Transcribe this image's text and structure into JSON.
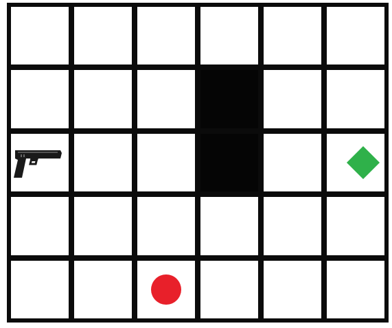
{
  "grid": {
    "rows": 5,
    "cols": 6,
    "walls": [
      [
        1,
        3
      ],
      [
        2,
        3
      ]
    ]
  },
  "items": [
    {
      "type": "weapon",
      "icon": "pistol-icon",
      "row": 2,
      "col": 0
    },
    {
      "type": "goal",
      "icon": "green-diamond-icon",
      "row": 2,
      "col": 5,
      "color": "#2fb14a"
    },
    {
      "type": "agent",
      "icon": "red-circle-icon",
      "row": 4,
      "col": 2,
      "color": "#e8202a"
    }
  ],
  "colors": {
    "grid_line": "#0b0b0b",
    "cell": "#ffffff",
    "wall": "#050505",
    "goal": "#2fb14a",
    "agent": "#e8202a",
    "weapon": "#1a1a1a"
  }
}
